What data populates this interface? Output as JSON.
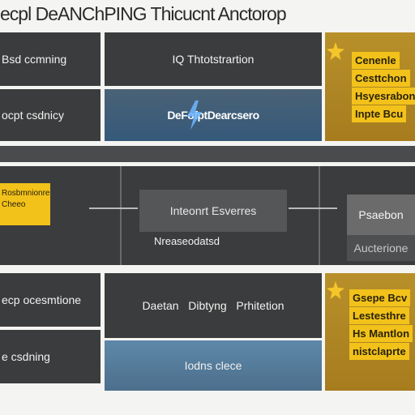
{
  "header": {
    "title": "ecpl DeANChPING Thicucnt Anctorop"
  },
  "row1": {
    "left_top": "Bsd ccmning",
    "left_bottom": "ocpt csdnicy",
    "center_top": "IQ Thtotstrartion",
    "center_bottom": "DeFofptDearcsero",
    "right_labels": [
      "Cenenle",
      "Cesttchon",
      "Hsyesrabon",
      "Inpte Bcu"
    ]
  },
  "row2": {
    "left_tag": [
      "Rosbmnionre",
      "Cheeo"
    ],
    "center_box": "Inteonrt Esverres",
    "center_caption": "Nreaseodatsd",
    "right_top": "Psaebon",
    "right_bottom": "Aucterione"
  },
  "row3": {
    "left_top": "ecp ocesmtione",
    "left_bottom": "e csdning",
    "center_top": "Daetan   Dibtyng   Prhitetion",
    "center_bottom": "Iodns clece",
    "right_labels": [
      "Gsepe Bcv",
      "Lestesthre",
      "Hs Mantlon",
      "nistclaprte"
    ]
  },
  "colors": {
    "panel_dark": "#3b3c3d",
    "accent_gold": "#a67c1e",
    "accent_yellow": "#f2c21b",
    "accent_blue": "#35597a"
  },
  "icons": [
    "star-pin-icon",
    "lightning-icon"
  ]
}
